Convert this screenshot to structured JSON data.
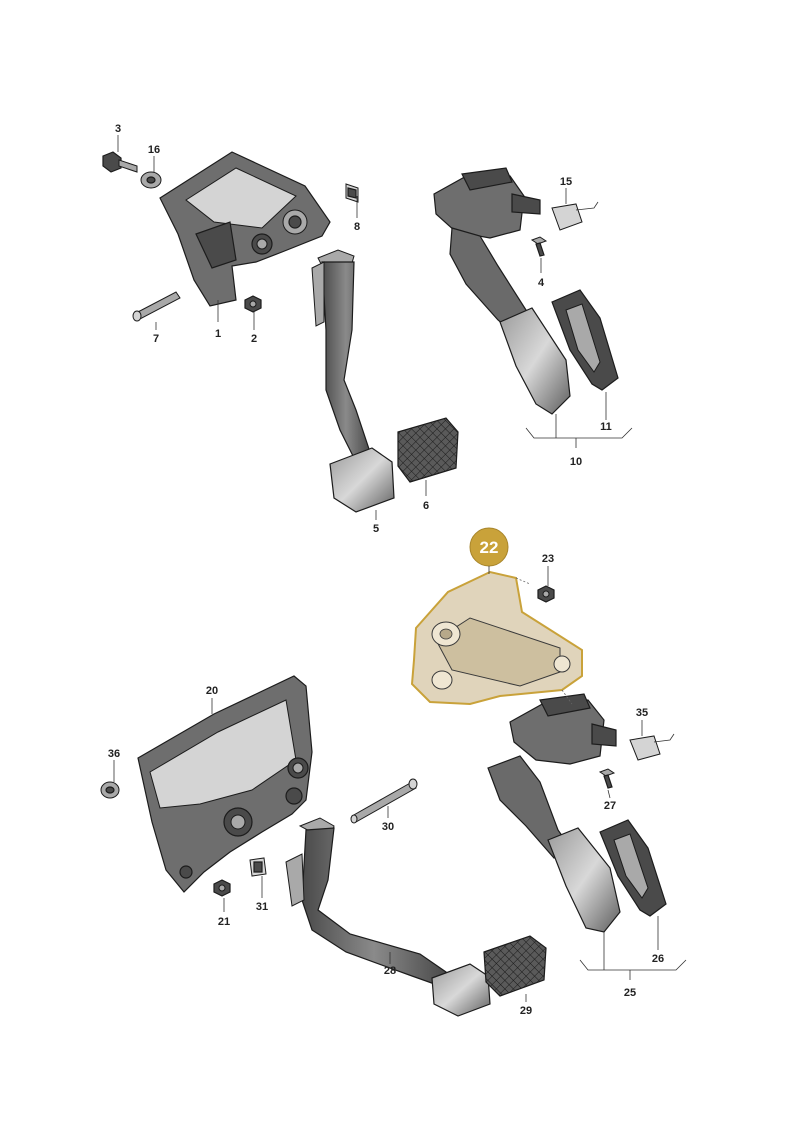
{
  "highlight": {
    "label": "22",
    "color": "#c9a23a"
  },
  "parts": [
    {
      "id": "p3",
      "label": "3"
    },
    {
      "id": "p16",
      "label": "16"
    },
    {
      "id": "p8",
      "label": "8"
    },
    {
      "id": "p15",
      "label": "15"
    },
    {
      "id": "p4",
      "label": "4"
    },
    {
      "id": "p7",
      "label": "7"
    },
    {
      "id": "p1",
      "label": "1"
    },
    {
      "id": "p2",
      "label": "2"
    },
    {
      "id": "p11",
      "label": "11"
    },
    {
      "id": "p10",
      "label": "10"
    },
    {
      "id": "p6",
      "label": "6"
    },
    {
      "id": "p5",
      "label": "5"
    },
    {
      "id": "p23",
      "label": "23"
    },
    {
      "id": "p20",
      "label": "20"
    },
    {
      "id": "p35",
      "label": "35"
    },
    {
      "id": "p36",
      "label": "36"
    },
    {
      "id": "p27",
      "label": "27"
    },
    {
      "id": "p30",
      "label": "30"
    },
    {
      "id": "p31",
      "label": "31"
    },
    {
      "id": "p21",
      "label": "21"
    },
    {
      "id": "p28",
      "label": "28"
    },
    {
      "id": "p26",
      "label": "26"
    },
    {
      "id": "p25",
      "label": "25"
    },
    {
      "id": "p29",
      "label": "29"
    }
  ]
}
